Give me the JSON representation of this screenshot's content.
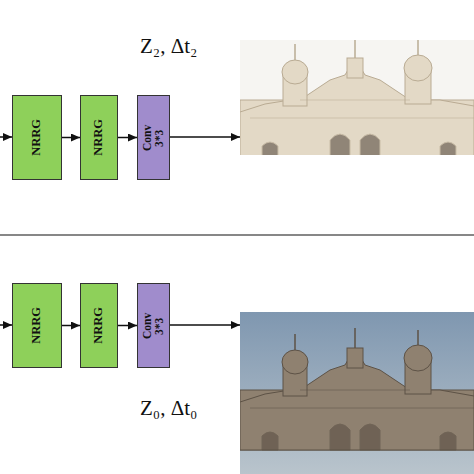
{
  "diagram": {
    "nodes": [
      {
        "text": [
          "NRRG"
        ]
      },
      {
        "text": [
          "NRRG"
        ]
      },
      {
        "text": [
          "Conv 3*3"
        ]
      },
      {
        "text": [
          "NRRG"
        ]
      },
      {
        "text": [
          "NRRG"
        ]
      },
      {
        "text": [
          "Conv 3*3"
        ]
      }
    ],
    "edges": [
      {
        "from": 0,
        "to": 1,
        "arrow": "to"
      },
      {
        "from": 1,
        "to": 2,
        "arrow": "to"
      },
      {
        "from": 3,
        "to": 4,
        "arrow": "to"
      },
      {
        "from": 4,
        "to": 5,
        "arrow": "to"
      }
    ],
    "labels": [
      "Z₂, Δt₂",
      "Z₀, Δt₀"
    ]
  }
}
